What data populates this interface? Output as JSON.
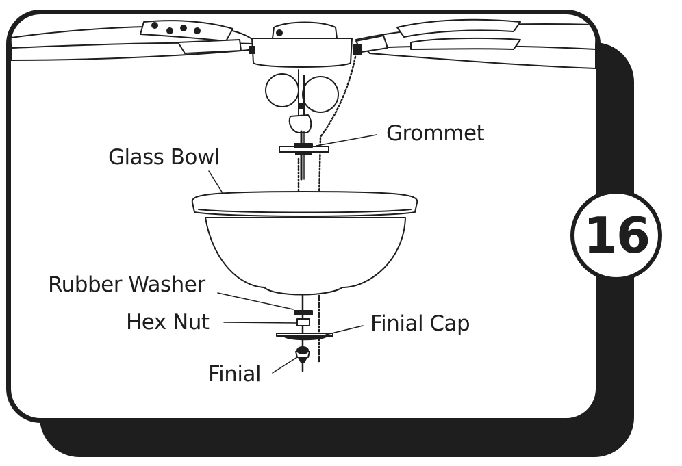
{
  "step": {
    "number": "16"
  },
  "labels": {
    "grommet": "Grommet",
    "glass_bowl": "Glass Bowl",
    "rubber_washer": "Rubber Washer",
    "hex_nut": "Hex Nut",
    "finial_cap": "Finial Cap",
    "finial": "Finial"
  },
  "colors": {
    "ink": "#1e1e1e",
    "background": "#ffffff",
    "fill_grey": "#cfcfcf"
  }
}
